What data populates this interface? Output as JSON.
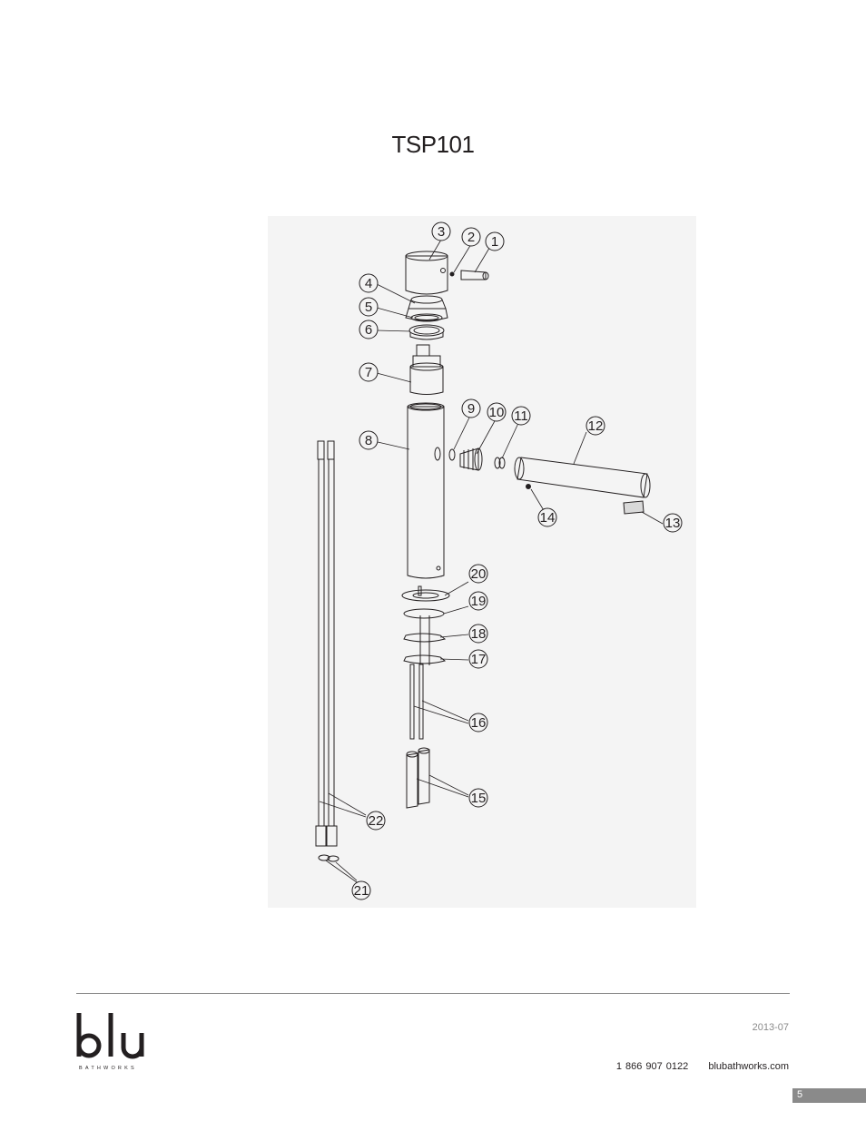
{
  "document": {
    "title": "TSP101",
    "date": "2013-07",
    "phone": "1 866 907 0122",
    "website": "blubathworks.com",
    "page_number": "5",
    "logo_text": "blu",
    "logo_subtext": "BATHWORKS"
  },
  "diagram": {
    "callouts": [
      "1",
      "2",
      "3",
      "4",
      "5",
      "6",
      "7",
      "8",
      "9",
      "10",
      "11",
      "12",
      "13",
      "14",
      "15",
      "16",
      "17",
      "18",
      "19",
      "20",
      "21",
      "22"
    ]
  }
}
